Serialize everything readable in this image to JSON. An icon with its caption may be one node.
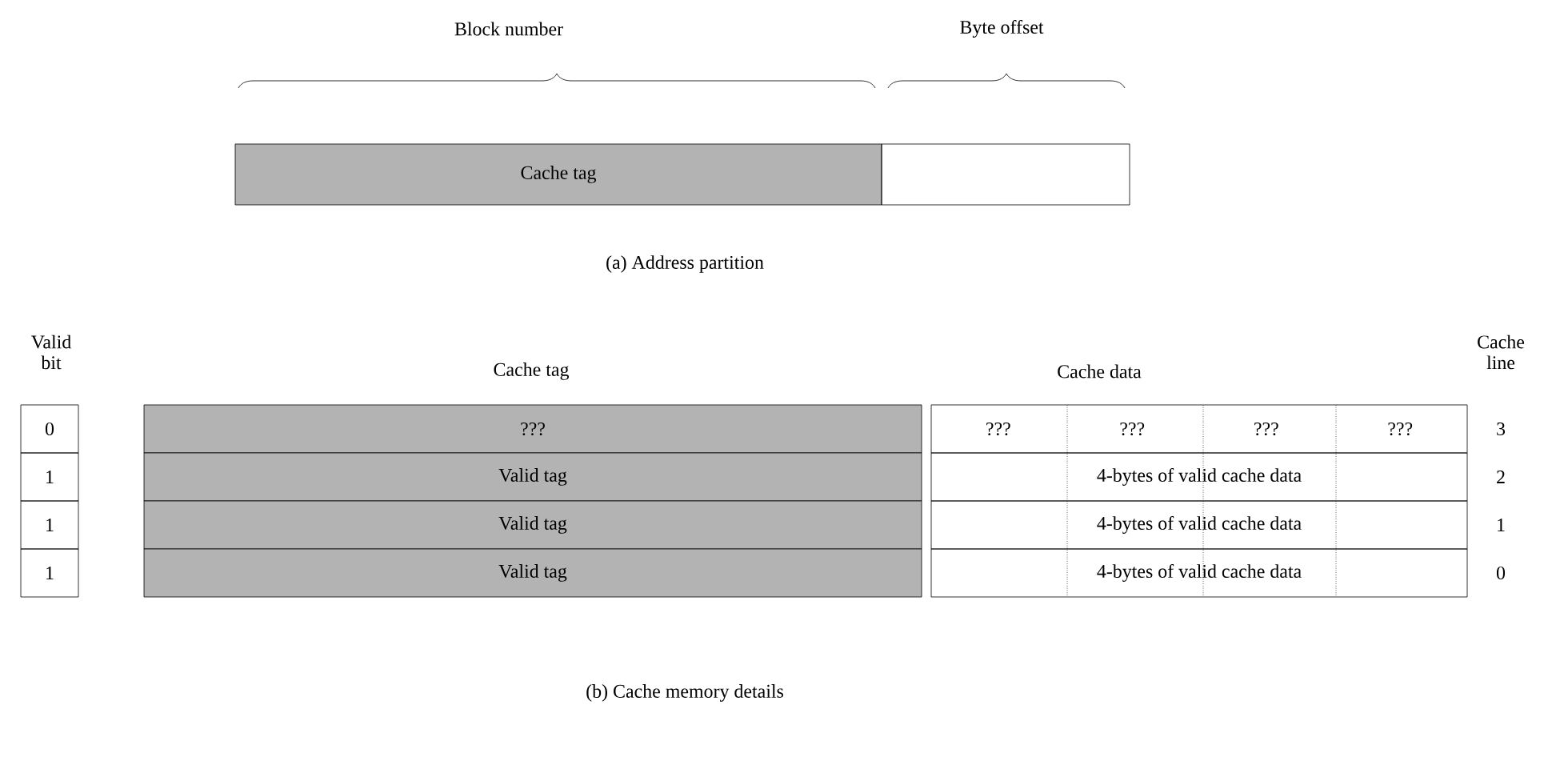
{
  "diagram": {
    "nodes": [
      {
        "text": [
          "Cache tag"
        ]
      },
      {
        "text": [],
        "shape": "box"
      },
      {
        "text": [
          "0"
        ]
      },
      {
        "text": [
          "???"
        ]
      },
      {
        "text": [
          "???",
          "???",
          "???",
          "???"
        ]
      },
      {
        "text": [
          "1"
        ]
      },
      {
        "text": [
          "Valid tag"
        ]
      },
      {
        "text": [
          "4-bytes of valid cache data"
        ]
      },
      {
        "text": [
          "1"
        ]
      },
      {
        "text": [
          "Valid tag"
        ]
      },
      {
        "text": [
          "4-bytes of valid cache data"
        ]
      },
      {
        "text": [
          "1"
        ]
      },
      {
        "text": [
          "Valid tag"
        ]
      },
      {
        "text": [
          "4-bytes of valid cache data"
        ]
      }
    ],
    "labels": [
      "Block number",
      "Byte offset",
      "(a) Address partition",
      "Valid bit",
      "Cache tag",
      "Cache data",
      "Cache line",
      "3",
      "2",
      "1",
      "0",
      "(b) Cache memory details"
    ]
  }
}
